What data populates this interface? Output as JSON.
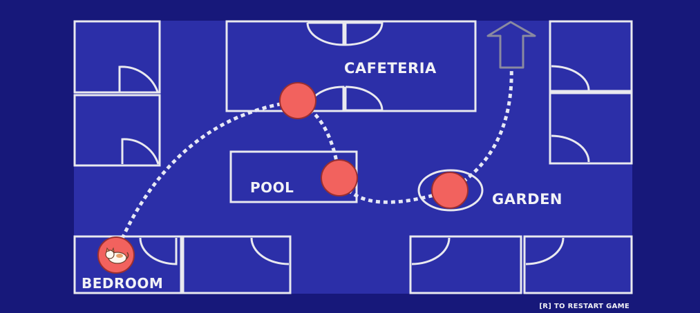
{
  "colors": {
    "background": "#17187a",
    "floor": "#2c2fa8",
    "wall": "#e9e9ef",
    "node": "#f2625e",
    "node_stroke": "#9a2f2f",
    "path": "#e6e8f5",
    "exit_arrow": "#8a8aa0"
  },
  "rooms": {
    "cafeteria": "CAFETERIA",
    "pool": "POOL",
    "garden": "GARDEN",
    "bedroom": "BEDROOM"
  },
  "hint": "[R] TO RESTART GAME",
  "icons": {
    "player": "cat-icon",
    "exit": "up-arrow-icon"
  }
}
